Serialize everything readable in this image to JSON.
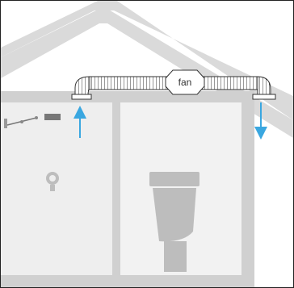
{
  "fan": {
    "label": "fan"
  },
  "colors": {
    "roof": "#dadada",
    "walls": "#d0d0d0",
    "rooms": "#f2f2f2",
    "left_room": "#eeeeee",
    "toilet": "#bdbdbd",
    "duct": "#ffffff",
    "duct_stroke": "#333333",
    "airflow_arrow": "#3aa7e0"
  },
  "icons": [
    "intake-arrow",
    "exhaust-arrow",
    "toilet-icon",
    "light-bulb-icon",
    "wall-fixture-icon",
    "duct-elbow-icon",
    "fan-icon"
  ]
}
